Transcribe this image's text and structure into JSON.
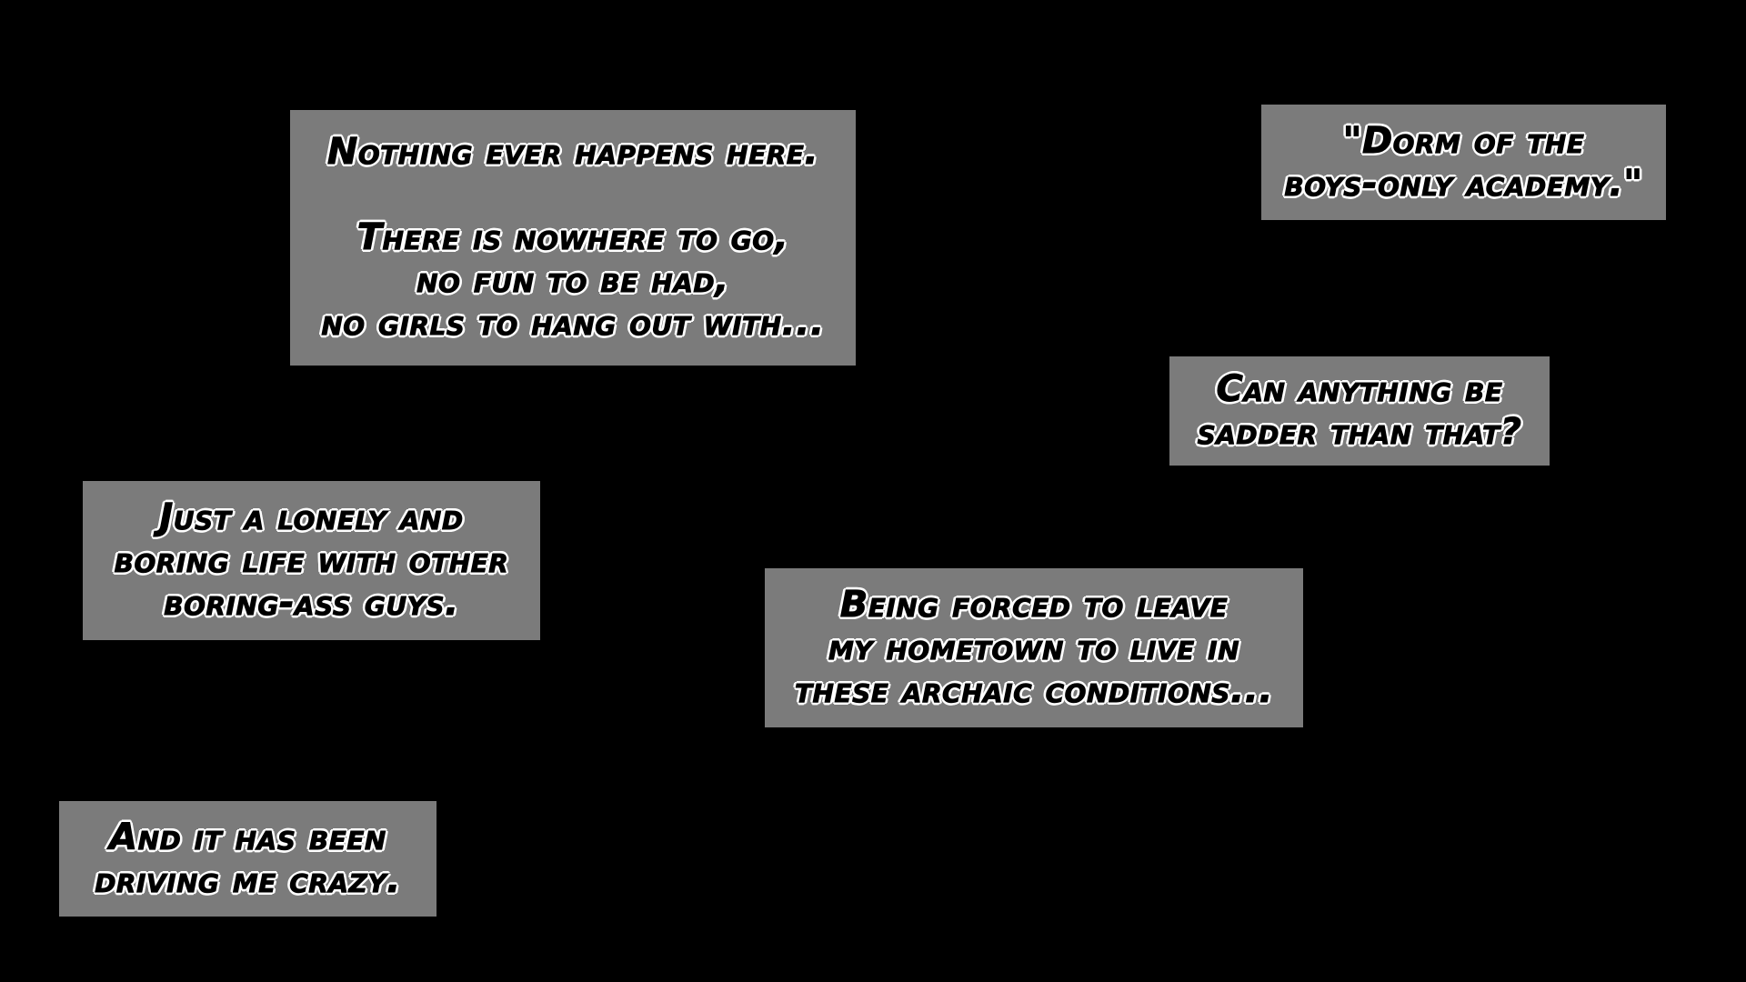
{
  "captions": [
    {
      "lines": [
        "Nothing ever happens here.",
        "",
        "There is nowhere to go,",
        "no fun to be had,",
        "no girls to hang out with..."
      ]
    },
    {
      "lines": [
        "\"Dorm of the",
        "boys-only academy.\""
      ]
    },
    {
      "lines": [
        "Can anything be",
        "sadder than that?"
      ]
    },
    {
      "lines": [
        "Just a lonely and",
        "boring life with other",
        "boring-ass guys."
      ]
    },
    {
      "lines": [
        "Being forced to leave",
        "my hometown to live in",
        "these archaic conditions..."
      ]
    },
    {
      "lines": [
        "And it has been",
        "driving me crazy."
      ]
    }
  ],
  "colors": {
    "background": "#000000",
    "caption_box": "#7b7b7b",
    "text_fill": "#000000",
    "text_outline": "#ffffff"
  }
}
